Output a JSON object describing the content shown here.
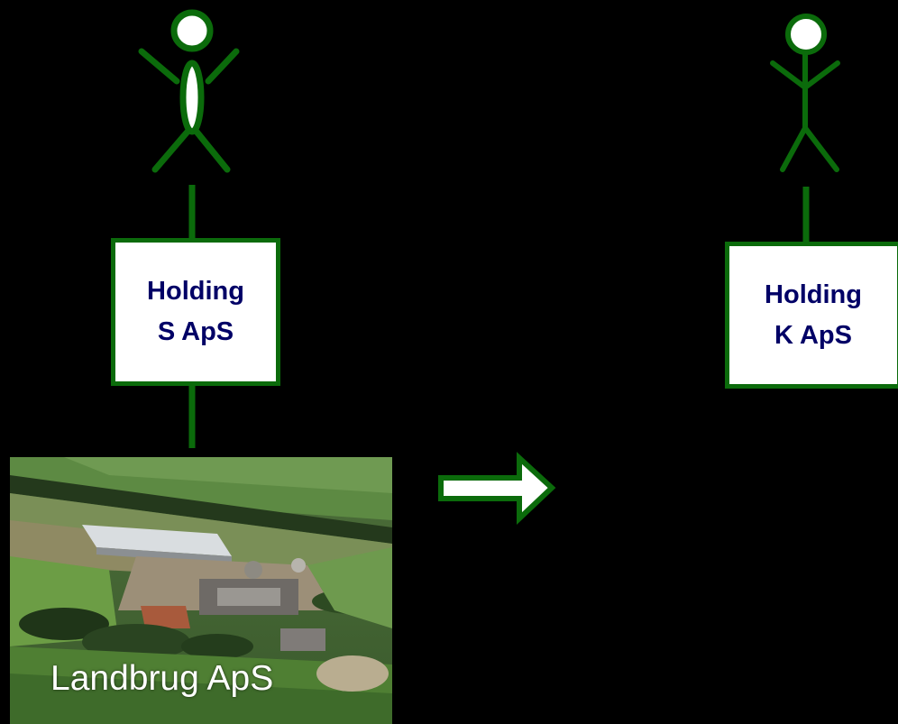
{
  "entities": {
    "holding_s": {
      "line1": "Holding",
      "line2": "S ApS"
    },
    "holding_k": {
      "line1": "Holding",
      "line2": "K ApS"
    },
    "company": {
      "label": "Landbrug ApS"
    }
  },
  "colors": {
    "green": "#0b6b0b",
    "text": "#000066",
    "background": "#000000"
  },
  "icons": {
    "person_left": "person-icon",
    "person_right": "person-icon",
    "arrow": "arrow-right-icon"
  }
}
